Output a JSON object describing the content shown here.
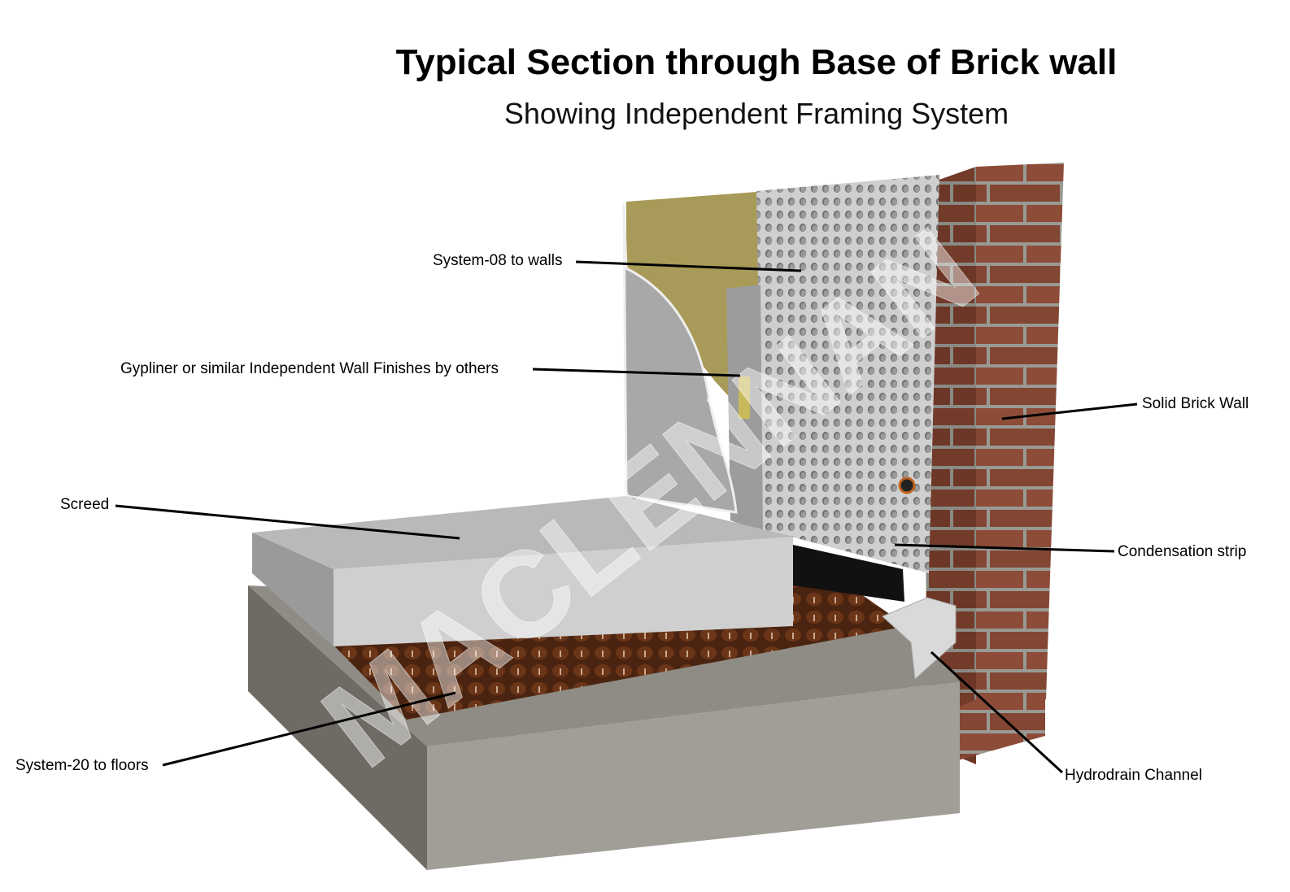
{
  "title": "Typical Section through Base of Brick wall",
  "subtitle": "Showing Independent Framing System",
  "watermark": "MACLENNAN",
  "labels": {
    "system08": "System-08 to walls",
    "gypliner": "Gypliner or similar Independent Wall Finishes by others",
    "screed": "Screed",
    "system20": "System-20 to floors",
    "brick": "Solid Brick Wall",
    "condensation": "Condensation strip",
    "hydrodrain": "Hydrodrain Channel"
  },
  "colors": {
    "brick": "#8a4a36",
    "mortar": "#9a9a94",
    "membrane": "#c9c9c9",
    "insulation": "#a89a58",
    "board": "#a5a5a5",
    "screed": "#b9b9b9",
    "floor_membrane": "#5a2e16",
    "concrete": "#8e8c84"
  }
}
